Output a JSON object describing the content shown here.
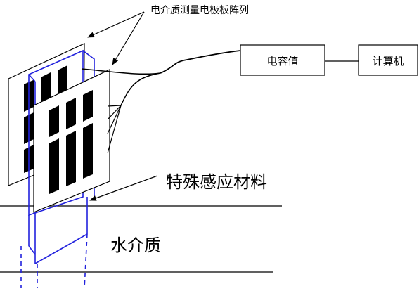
{
  "labels": {
    "electrode_array": "电介质测量电极板阵列",
    "capacitance": "电容值",
    "computer": "计算机",
    "sensing_material": "特殊感应材料",
    "water_medium": "水介质"
  }
}
